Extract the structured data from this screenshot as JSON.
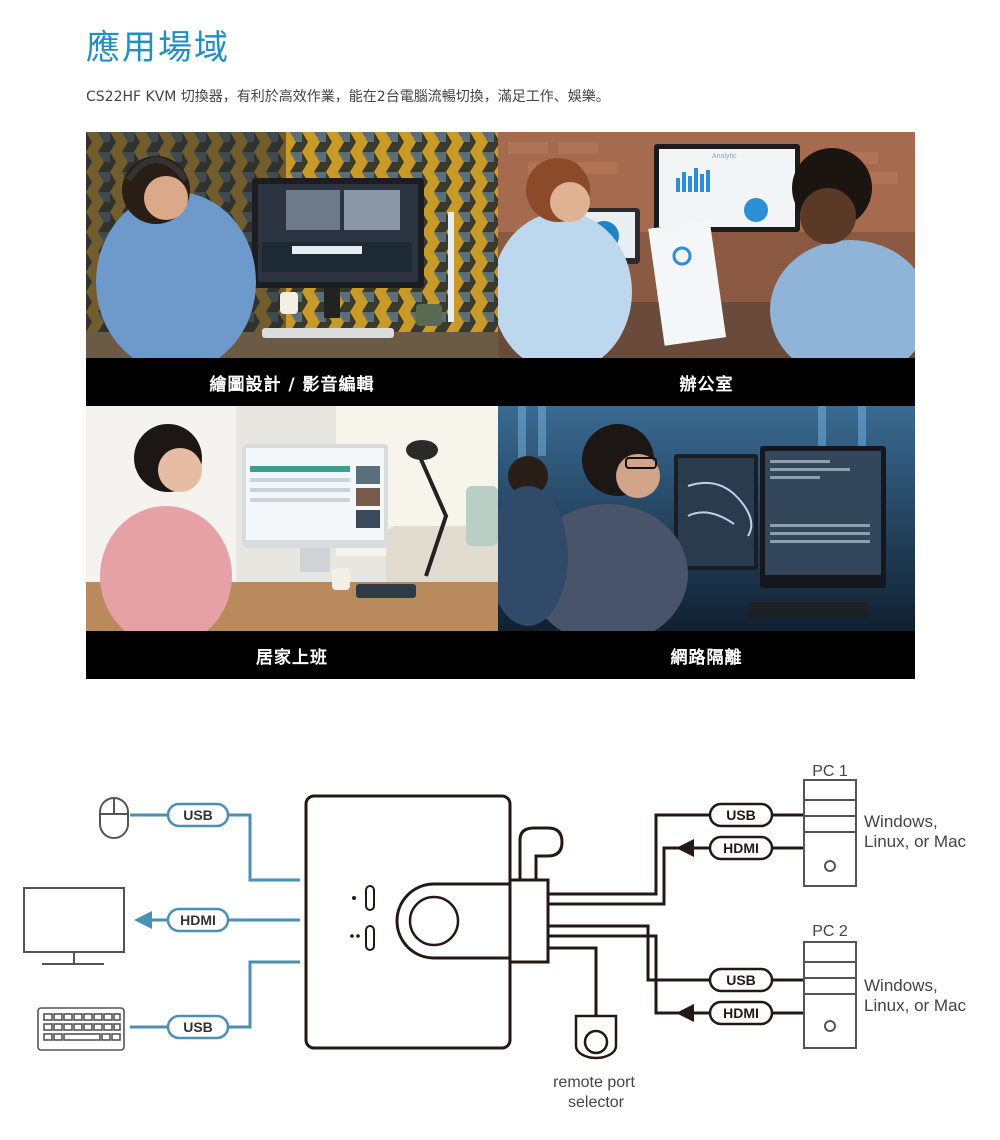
{
  "header": {
    "title": "應用場域",
    "subtitle": "CS22HF KVM 切換器，有利於高效作業，能在2台電腦流暢切換，滿足工作、娛樂。"
  },
  "scenarios": [
    {
      "caption": "繪圖設計 / 影音編輯"
    },
    {
      "caption": "辦公室"
    },
    {
      "caption": "居家上班"
    },
    {
      "caption": "網路隔離"
    }
  ],
  "diagram": {
    "left_ports": {
      "usb_mouse": "USB",
      "hdmi_monitor": "HDMI",
      "usb_keyboard": "USB"
    },
    "pc1": {
      "label": "PC 1",
      "usb": "USB",
      "hdmi": "HDMI",
      "os_line1": "Windows,",
      "os_line2": "Linux, or Mac"
    },
    "pc2": {
      "label": "PC 2",
      "usb": "USB",
      "hdmi": "HDMI",
      "os_line1": "Windows,",
      "os_line2": "Linux, or Mac"
    },
    "remote": {
      "line1": "remote port",
      "line2": "selector"
    },
    "screen_chart_label": "Analytic",
    "colors": {
      "cable_blue": "#4a90b5",
      "cable_dark": "#231815",
      "title_blue": "#1f8fc4"
    }
  }
}
